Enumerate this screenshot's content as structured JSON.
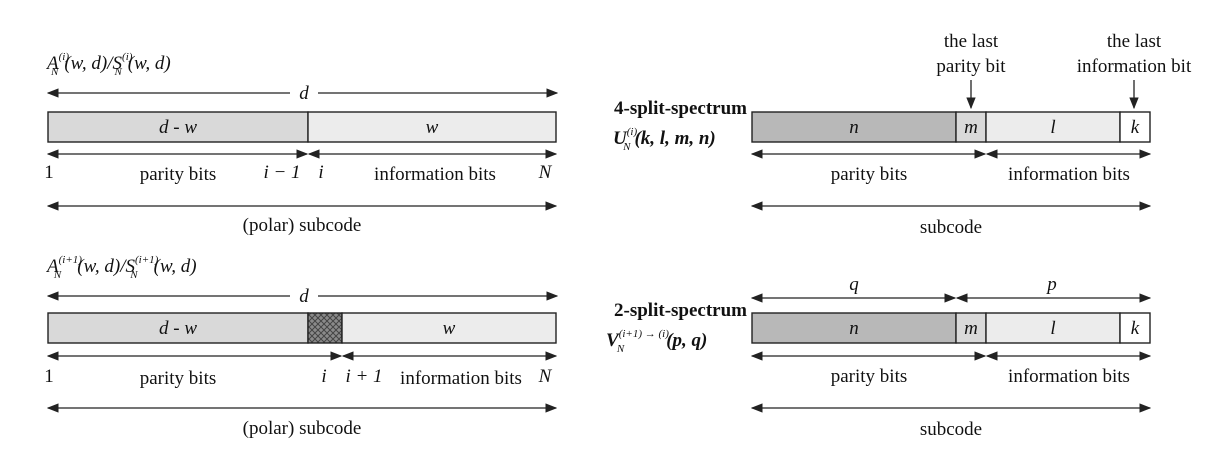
{
  "left_top": {
    "formula": {
      "A": "A",
      "A_sup": "(i)",
      "A_sub": "N",
      "A_args": "(w, d)",
      "slash": "/",
      "S": "S",
      "S_sup": "(i)",
      "S_sub": "N",
      "S_args": "(w, d)"
    },
    "span_label": "d",
    "seg_left": "d - w",
    "seg_right": "w",
    "idx_1": "1",
    "idx_i_minus_1": "i − 1",
    "idx_i": "i",
    "idx_N": "N",
    "parity_label": "parity bits",
    "info_label": "information bits",
    "subcode_label": "(polar) subcode"
  },
  "left_bottom": {
    "formula": {
      "A": "A",
      "A_sup": "(i+1)",
      "A_sub": "N",
      "A_args": "(w, d)",
      "slash": "/",
      "S": "S",
      "S_sup": "(i+1)",
      "S_sub": "N",
      "S_args": "(w, d)"
    },
    "span_label": "d",
    "seg_left": "d - w",
    "seg_right": "w",
    "idx_1": "1",
    "idx_i": "i",
    "idx_i_plus_1": "i + 1",
    "idx_N": "N",
    "parity_label": "parity bits",
    "info_label": "information bits",
    "subcode_label": "(polar) subcode"
  },
  "right_top": {
    "title": "4-split-spectrum",
    "formula": {
      "U": "U",
      "sup": "(i)",
      "sub": "N",
      "args": "(k, l, m, n)"
    },
    "last_parity_l1": "the last",
    "last_parity_l2": "parity bit",
    "last_info_l1": "the last",
    "last_info_l2": "information bit",
    "seg_n": "n",
    "seg_m": "m",
    "seg_l": "l",
    "seg_k": "k",
    "parity_label": "parity bits",
    "info_label": "information bits",
    "subcode_label": "subcode"
  },
  "right_bottom": {
    "title": "2-split-spectrum",
    "formula": {
      "V": "V",
      "sup": "(i+1) → (i)",
      "sub": "N",
      "args": "(p, q)"
    },
    "span_q": "q",
    "span_p": "p",
    "seg_n": "n",
    "seg_m": "m",
    "seg_l": "l",
    "seg_k": "k",
    "parity_label": "parity bits",
    "info_label": "information bits",
    "subcode_label": "subcode"
  },
  "colors": {
    "dark_gray": "#b8b8b8",
    "light_gray": "#d9d9d9",
    "lighter_gray": "#ececec",
    "white": "#ffffff",
    "hatch": "#8a8a8a"
  }
}
